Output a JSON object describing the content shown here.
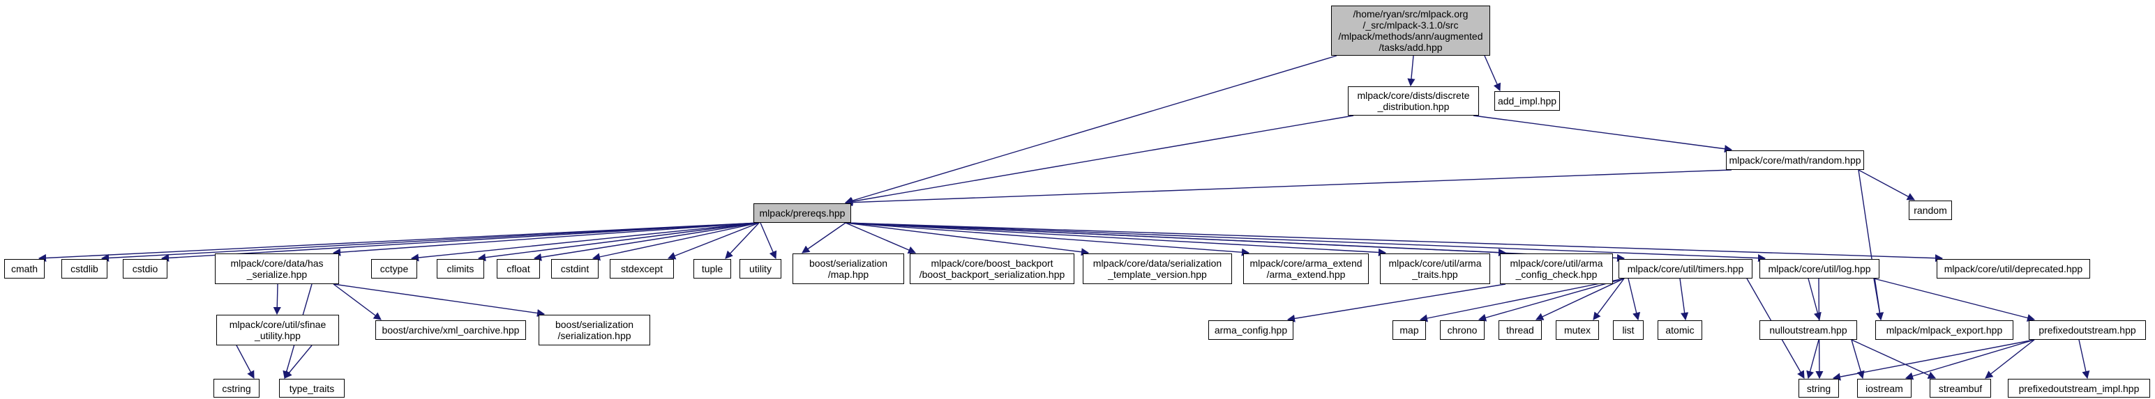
{
  "graph": {
    "type": "include-dependency-graph",
    "nodes": {
      "add_hpp": {
        "label": "/home/ryan/src/mlpack.org\n/_src/mlpack-3.1.0/src\n/mlpack/methods/ann/augmented\n/tasks/add.hpp"
      },
      "discrete": {
        "label": "mlpack/core/dists/discrete\n_distribution.hpp"
      },
      "add_impl": {
        "label": "add_impl.hpp"
      },
      "random_hpp": {
        "label": "mlpack/core/math/random.hpp"
      },
      "random": {
        "label": "random"
      },
      "prereqs": {
        "label": "mlpack/prereqs.hpp"
      },
      "cmath": {
        "label": "cmath"
      },
      "cstdlib": {
        "label": "cstdlib"
      },
      "cstdio": {
        "label": "cstdio"
      },
      "has_serialize": {
        "label": "mlpack/core/data/has\n_serialize.hpp"
      },
      "cctype": {
        "label": "cctype"
      },
      "climits": {
        "label": "climits"
      },
      "cfloat": {
        "label": "cfloat"
      },
      "cstdint": {
        "label": "cstdint"
      },
      "stdexcept": {
        "label": "stdexcept"
      },
      "tuple": {
        "label": "tuple"
      },
      "utility": {
        "label": "utility"
      },
      "ser_map": {
        "label": "boost/serialization\n/map.hpp"
      },
      "boost_backport": {
        "label": "mlpack/core/boost_backport\n/boost_backport_serialization.hpp"
      },
      "ser_tmpl_version": {
        "label": "mlpack/core/data/serialization\n_template_version.hpp"
      },
      "arma_extend": {
        "label": "mlpack/core/arma_extend\n/arma_extend.hpp"
      },
      "arma_traits": {
        "label": "mlpack/core/util/arma\n_traits.hpp"
      },
      "arma_config_check": {
        "label": "mlpack/core/util/arma\n_config_check.hpp"
      },
      "timers": {
        "label": "mlpack/core/util/timers.hpp"
      },
      "log": {
        "label": "mlpack/core/util/log.hpp"
      },
      "deprecated": {
        "label": "mlpack/core/util/deprecated.hpp"
      },
      "sfinae": {
        "label": "mlpack/core/util/sfinae\n_utility.hpp"
      },
      "xml_oarchive": {
        "label": "boost/archive/xml_oarchive.hpp"
      },
      "serialization": {
        "label": "boost/serialization\n/serialization.hpp"
      },
      "arma_config": {
        "label": "arma_config.hpp"
      },
      "map_std": {
        "label": "map"
      },
      "chrono": {
        "label": "chrono"
      },
      "thread": {
        "label": "thread"
      },
      "mutex": {
        "label": "mutex"
      },
      "list": {
        "label": "list"
      },
      "atomic": {
        "label": "atomic"
      },
      "nullout": {
        "label": "nulloutstream.hpp"
      },
      "mlpack_export": {
        "label": "mlpack/mlpack_export.hpp"
      },
      "prefixedout": {
        "label": "prefixedoutstream.hpp"
      },
      "cstring": {
        "label": "cstring"
      },
      "type_traits": {
        "label": "type_traits"
      },
      "string": {
        "label": "string"
      },
      "iostream": {
        "label": "iostream"
      },
      "streambuf": {
        "label": "streambuf"
      },
      "prefixedout_impl": {
        "label": "prefixedoutstream_impl.hpp"
      }
    },
    "edges": [
      [
        "add_hpp",
        "discrete"
      ],
      [
        "add_hpp",
        "add_impl"
      ],
      [
        "add_hpp",
        "prereqs"
      ],
      [
        "discrete",
        "prereqs"
      ],
      [
        "discrete",
        "random_hpp"
      ],
      [
        "random_hpp",
        "prereqs"
      ],
      [
        "random_hpp",
        "random"
      ],
      [
        "random_hpp",
        "mlpack_export"
      ],
      [
        "prereqs",
        "cmath"
      ],
      [
        "prereqs",
        "cstdlib"
      ],
      [
        "prereqs",
        "cstdio"
      ],
      [
        "prereqs",
        "has_serialize"
      ],
      [
        "prereqs",
        "cctype"
      ],
      [
        "prereqs",
        "climits"
      ],
      [
        "prereqs",
        "cfloat"
      ],
      [
        "prereqs",
        "cstdint"
      ],
      [
        "prereqs",
        "stdexcept"
      ],
      [
        "prereqs",
        "tuple"
      ],
      [
        "prereqs",
        "utility"
      ],
      [
        "prereqs",
        "ser_map"
      ],
      [
        "prereqs",
        "boost_backport"
      ],
      [
        "prereqs",
        "ser_tmpl_version"
      ],
      [
        "prereqs",
        "arma_extend"
      ],
      [
        "prereqs",
        "arma_traits"
      ],
      [
        "prereqs",
        "arma_config_check"
      ],
      [
        "prereqs",
        "timers"
      ],
      [
        "prereqs",
        "log"
      ],
      [
        "prereqs",
        "deprecated"
      ],
      [
        "has_serialize",
        "sfinae"
      ],
      [
        "has_serialize",
        "xml_oarchive"
      ],
      [
        "has_serialize",
        "serialization"
      ],
      [
        "has_serialize",
        "type_traits"
      ],
      [
        "sfinae",
        "cstring"
      ],
      [
        "sfinae",
        "type_traits"
      ],
      [
        "arma_config_check",
        "arma_config"
      ],
      [
        "timers",
        "map_std"
      ],
      [
        "timers",
        "chrono"
      ],
      [
        "timers",
        "thread"
      ],
      [
        "timers",
        "mutex"
      ],
      [
        "timers",
        "list"
      ],
      [
        "timers",
        "atomic"
      ],
      [
        "timers",
        "string"
      ],
      [
        "log",
        "nullout"
      ],
      [
        "log",
        "prefixedout"
      ],
      [
        "log",
        "string"
      ],
      [
        "log",
        "mlpack_export"
      ],
      [
        "nullout",
        "string"
      ],
      [
        "nullout",
        "iostream"
      ],
      [
        "nullout",
        "streambuf"
      ],
      [
        "prefixedout",
        "string"
      ],
      [
        "prefixedout",
        "iostream"
      ],
      [
        "prefixedout",
        "streambuf"
      ],
      [
        "prefixedout",
        "prefixedout_impl"
      ]
    ]
  },
  "colors": {
    "edge": "#191970",
    "node_fill": "#ffffff",
    "root_fill": "#bfbfbf",
    "border": "#000000"
  }
}
